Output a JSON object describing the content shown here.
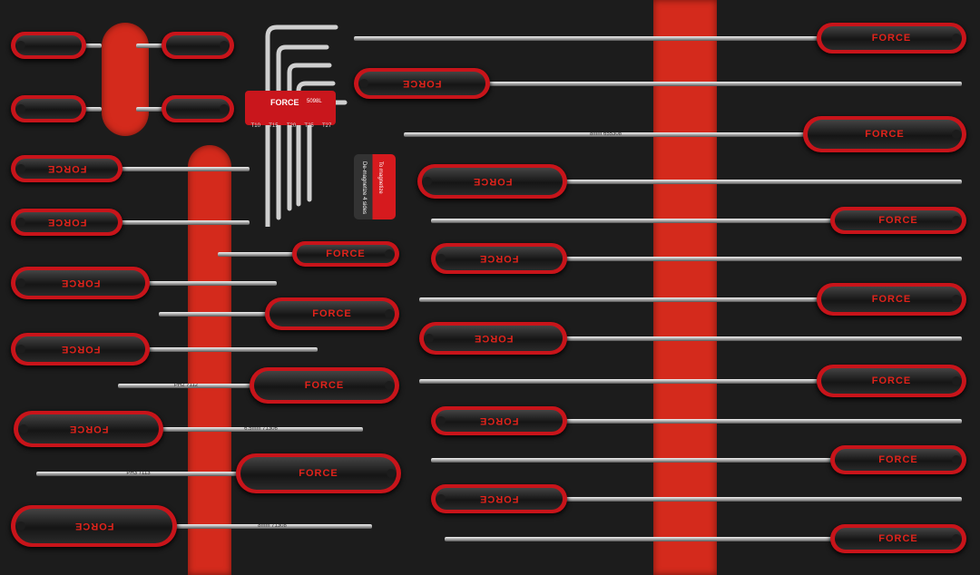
{
  "brand": "FORCE",
  "hex_key_set": {
    "brand": "FORCE",
    "model": "5098L",
    "sizes": [
      "T10",
      "T15",
      "T20",
      "T25",
      "T27"
    ]
  },
  "magnetizer": {
    "side_a": "De-magnetize 4 sides",
    "side_b": "To magnetize"
  },
  "shaft_markings": {
    "slot_8mm": "8mm 655308",
    "ph2": "PH2 7112",
    "slot_6_5": "6.5mm 71306",
    "ph3": "PH3 7113",
    "slot_8mm_short": "8mm 71308"
  },
  "colors": {
    "accent": "#d42a1c",
    "foam": "#1c1c1c"
  }
}
